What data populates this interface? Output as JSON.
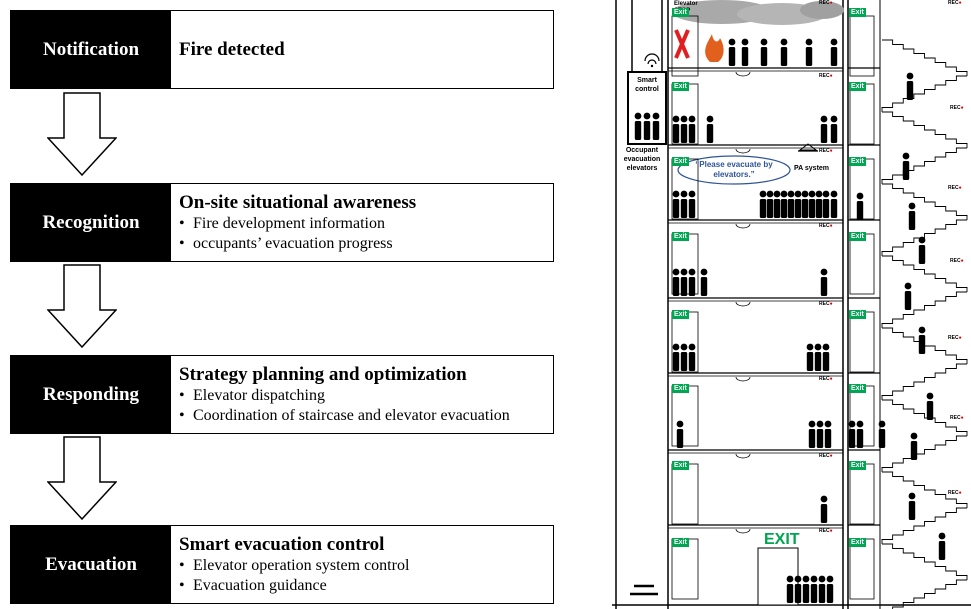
{
  "stages": [
    {
      "label": "Notification",
      "title": "Fire detected",
      "items": []
    },
    {
      "label": "Recognition",
      "title": "On-site situational awareness",
      "items": [
        "Fire development information",
        "occupants’ evacuation progress"
      ]
    },
    {
      "label": "Responding",
      "title": "Strategy planning and optimization",
      "items": [
        "Elevator dispatching",
        "Coordination of staircase and elevator evacuation"
      ]
    },
    {
      "label": "Evacuation",
      "title": "Smart evacuation control",
      "items": [
        "Elevator operation system control",
        "Evacuation guidance"
      ]
    }
  ],
  "bullet": "•",
  "building": {
    "elevator_stop": "Elevator\nSTOP",
    "smart_control": "Smart\ncontrol",
    "occupant_elevators": "Occupant\nevacuation\nelevators",
    "speech": "“Please evacuate by\nelevators.”",
    "pa_system": "PA system",
    "exit_sign": "Exit",
    "rec_label": "REC",
    "big_exit": "EXIT"
  },
  "colors": {
    "exit_green": "#00a651",
    "fire_orange": "#e2601e",
    "stop_red": "#e02020",
    "speech_blue": "#2f5597",
    "rec_red": "#e00000"
  }
}
